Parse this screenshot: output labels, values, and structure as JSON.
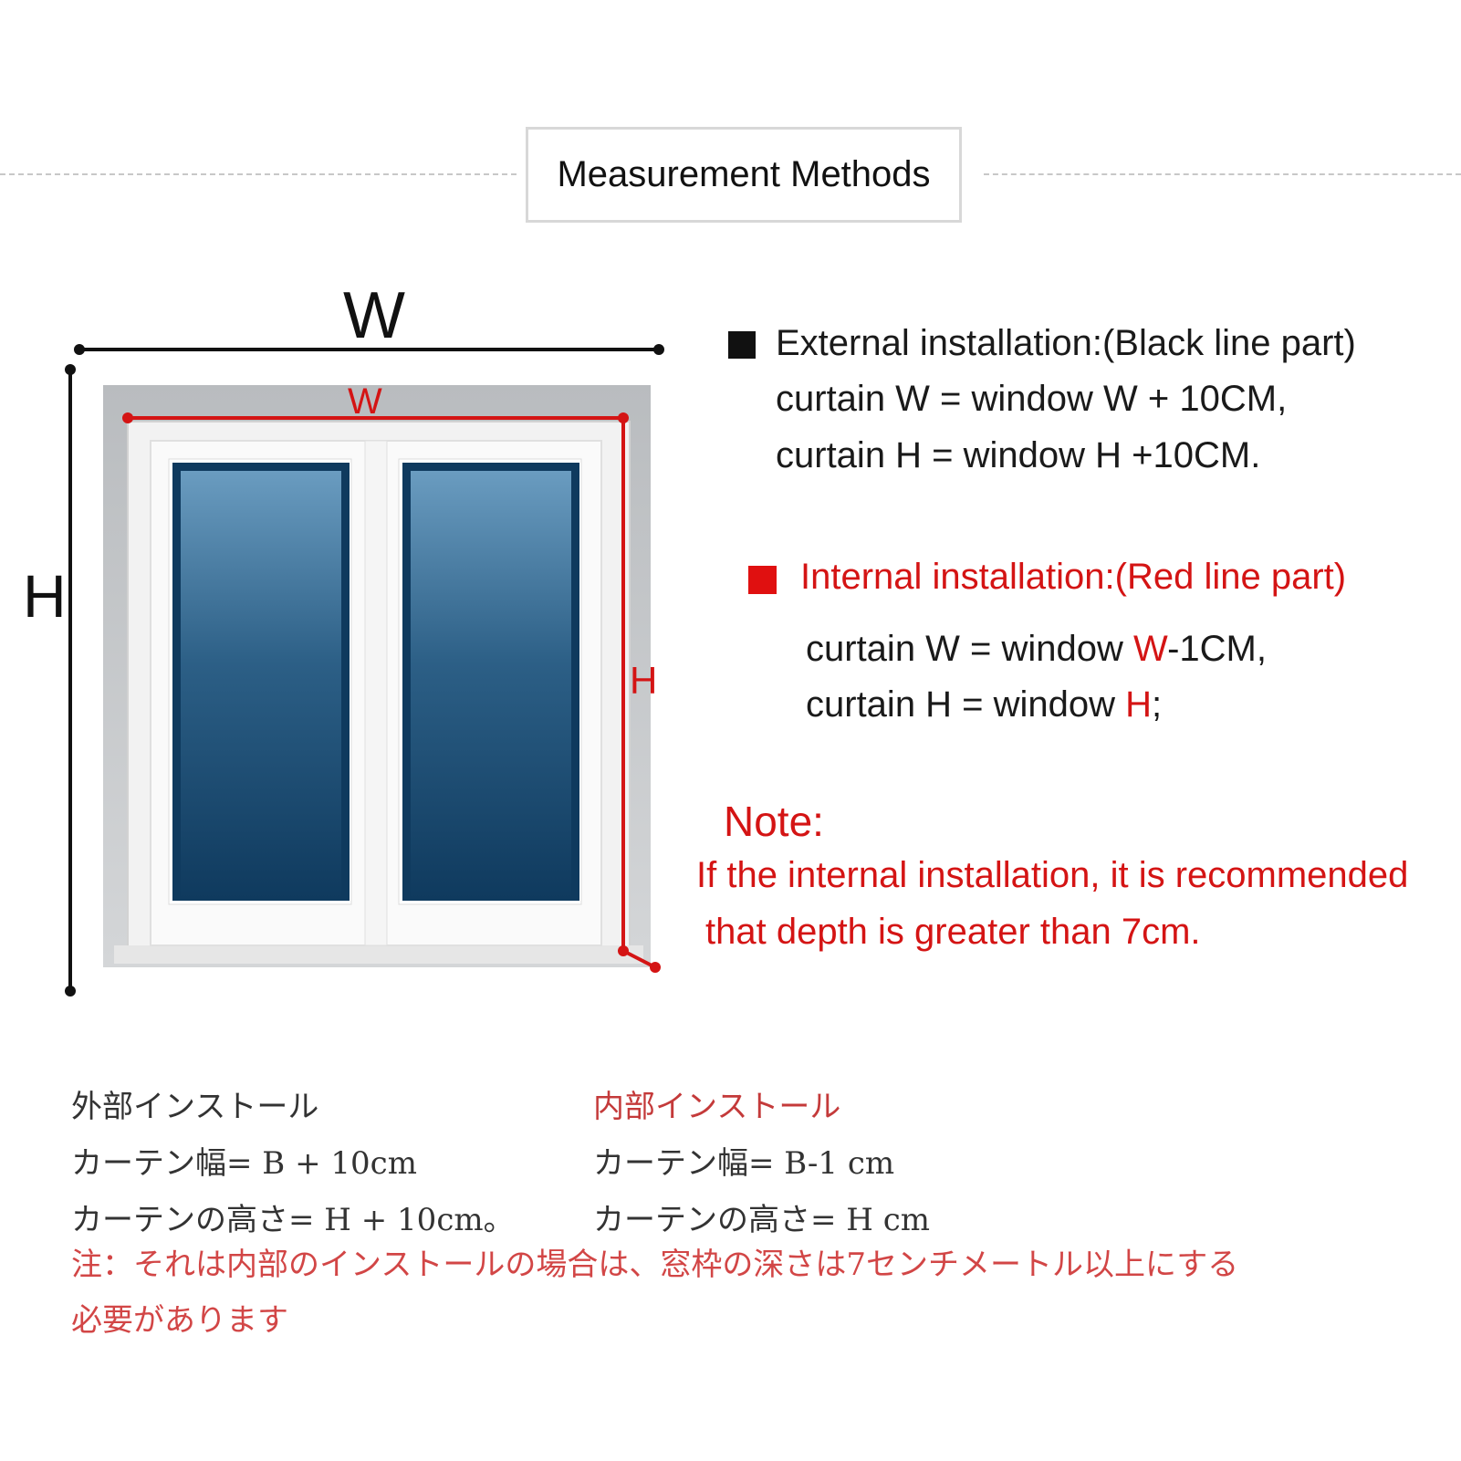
{
  "title": "Measurement Methods",
  "diagram": {
    "outer_w_label": "W",
    "outer_h_label": "H",
    "inner_w_label": "W",
    "inner_h_label": "H"
  },
  "external": {
    "heading": "External installation:(Black line part)",
    "line1": "curtain W = window W + 10CM,",
    "line2": "curtain H = window H +10CM."
  },
  "internal": {
    "heading": "Internal installation:(Red line part)",
    "line1_prefix": "curtain W = window ",
    "line1_red": "W",
    "line1_suffix": "-1CM,",
    "line2_prefix": "curtain H = window ",
    "line2_red": "H",
    "line2_suffix": ";"
  },
  "note": {
    "title": "Note:",
    "line1": "If the internal installation, it is recommended",
    "line2": "that depth is greater than 7cm."
  },
  "japanese": {
    "ext_title": "外部インストール",
    "ext_w": "カーテン幅= B + 10cm",
    "ext_h": "カーテンの高さ= H + 10cm。",
    "int_title": "内部インストール",
    "int_w": "カーテン幅= B-1 cm",
    "int_h": "カーテンの高さ= H cm",
    "note1": "注：それは内部のインストールの場合は、窓枠の深さは7センチメートル以上にする",
    "note2": "必要があります"
  },
  "colors": {
    "black_line": "#111111",
    "red_line": "#d41414",
    "glass_top": "#5f93b8",
    "glass_bottom": "#0f3a5e"
  }
}
